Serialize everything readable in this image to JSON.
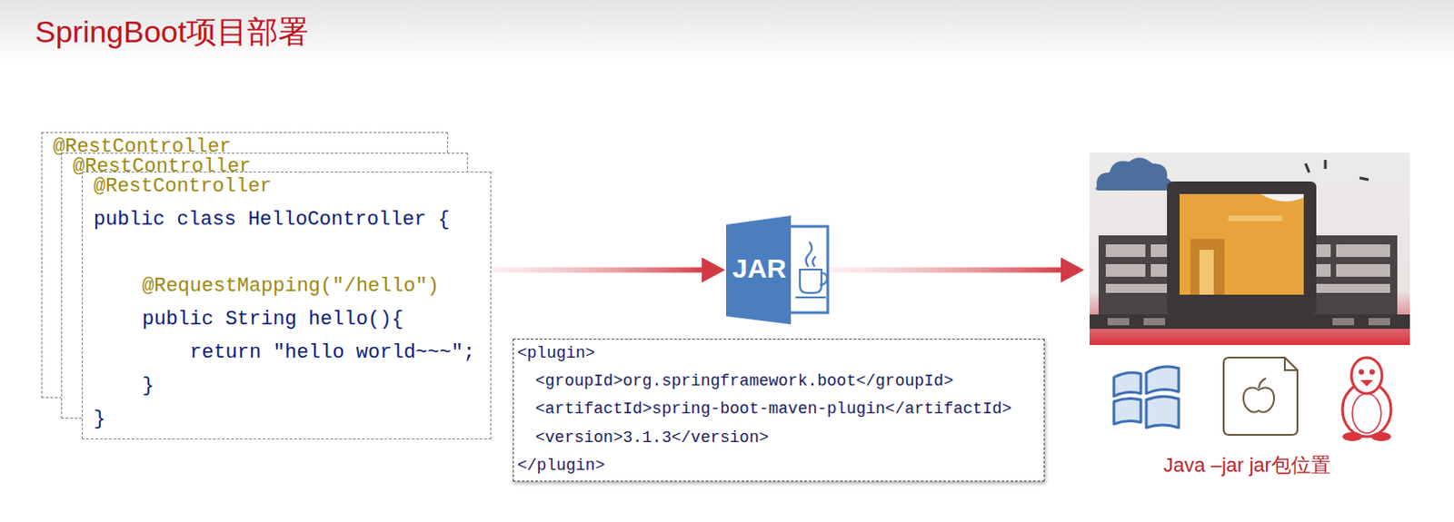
{
  "diagram": {
    "title": "SpringBoot项目部署",
    "nodes": [
      {
        "text": [
          "@RestController"
        ]
      },
      {
        "text": [
          "@RestController"
        ]
      },
      {
        "text": [
          "@RestController",
          "public class HelloController {",
          "@RequestMapping(\"/hello\")",
          "public String hello(){",
          "return \"hello world~~~\";",
          "}",
          "}"
        ]
      },
      {
        "text": [
          "JAR"
        ]
      },
      {
        "text": [
          "<plugin>",
          "<groupId>org.springframework.boot</groupId>",
          "<artifactId>spring-boot-maven-plugin</artifactId>",
          "<version>3.1.3</version>",
          "</plugin>"
        ]
      },
      {
        "text": [
          "Java –jar jar包位置"
        ]
      }
    ],
    "edges": [
      {
        "from": 2,
        "to": 3,
        "arrow": "to"
      },
      {
        "from": 3,
        "to": 5,
        "arrow": "to"
      }
    ]
  }
}
